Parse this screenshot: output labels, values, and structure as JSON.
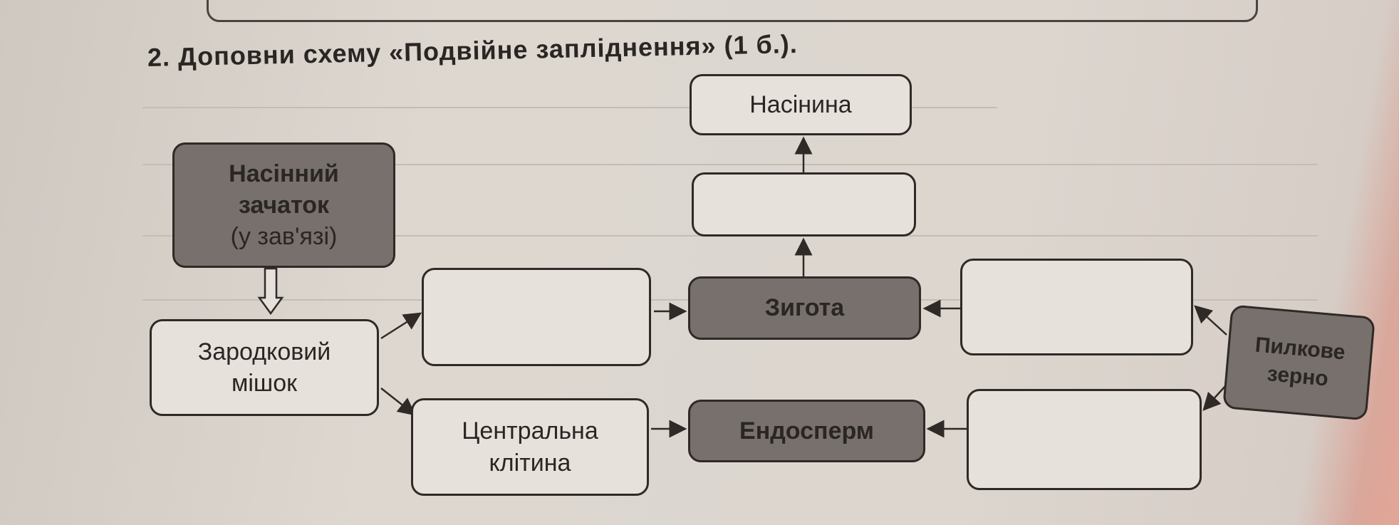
{
  "title": "2. Доповни схему «Подвійне запліднення» (1 б.).",
  "boxes": {
    "seed": "Насінина",
    "blank_top": "",
    "ovule_line1": "Насінний",
    "ovule_line2": "зачаток",
    "ovule_line3": "(у зав'язі)",
    "embryo_sac_line1": "Зародковий",
    "embryo_sac_line2": "мішок",
    "blank_left": "",
    "zygote": "Зигота",
    "blank_right": "",
    "pollen_line1": "Пилкове",
    "pollen_line2": "зерно",
    "central_line1": "Центральна",
    "central_line2": "клітина",
    "endosperm": "Ендосперм",
    "blank_bottom_right": ""
  }
}
